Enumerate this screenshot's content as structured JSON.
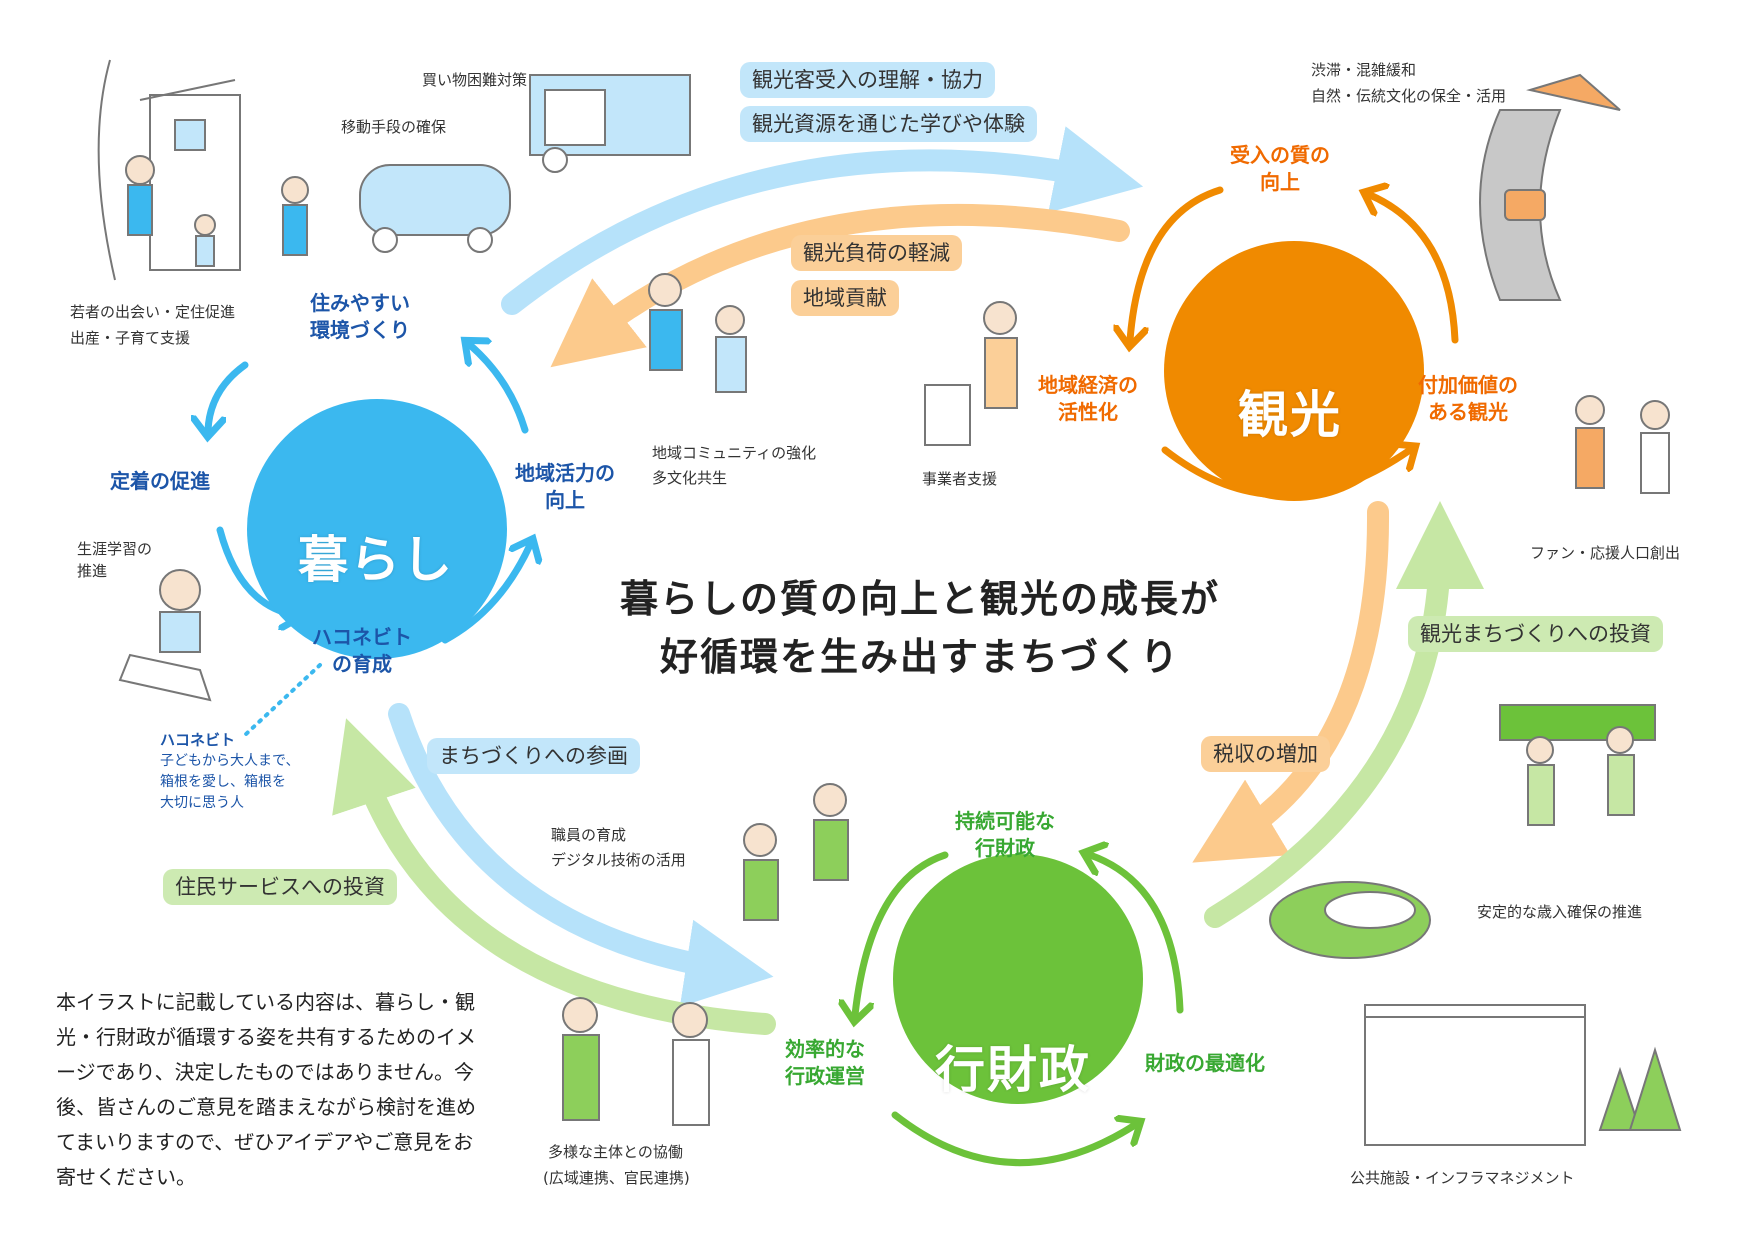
{
  "title": {
    "line1": "暮らしの質の向上と観光の成長が",
    "line2": "好循環を生み出すまちづくり"
  },
  "colors": {
    "kurashi": "#3bb8ef",
    "kanko": "#f08a00",
    "gyozai": "#6cc23a",
    "blue_arrow": "#b6e2fa",
    "orange_arrow": "#fcca8c",
    "green_arrow": "#c6e7a4"
  },
  "hubs": {
    "kurashi": {
      "label": "暮らし",
      "cycle": [
        "住みやすい\n環境づくり",
        "地域活力の\n向上",
        "ハコネビト\nの育成",
        "定着の促進"
      ]
    },
    "kanko": {
      "label": "観光",
      "cycle": [
        "受入の質の\n向上",
        "付加価値の\nある観光",
        "地域経済の\n活性化"
      ]
    },
    "gyozai": {
      "label": "行財政",
      "cycle": [
        "持続可能な\n行財政",
        "財政の最適化",
        "効率的な\n行政運営"
      ]
    }
  },
  "flows": {
    "kurashi_to_kanko": [
      "観光客受入の理解・協力",
      "観光資源を通じた学びや体験"
    ],
    "kanko_to_kurashi": [
      "観光負荷の軽減",
      "地域貢献"
    ],
    "gyozai_to_kanko": "観光まちづくりへの投資",
    "kanko_to_gyozai": "税収の増加",
    "kurashi_to_gyozai": "まちづくりへの参画",
    "gyozai_to_kurashi": "住民サービスへの投資"
  },
  "captions": {
    "shopping": "買い物困難対策",
    "mobility": "移動手段の確保",
    "family": [
      "若者の出会い・定住促進",
      "出産・子育て支援"
    ],
    "learning": [
      "生涯学習の",
      "推進"
    ],
    "community": [
      "地域コミュニティの強化",
      "多文化共生"
    ],
    "business": "事業者支援",
    "traffic": [
      "渋滞・混雑緩和",
      "自然・伝統文化の保全・活用"
    ],
    "fans": "ファン・応援人口創出",
    "revenue": "安定的な歳入確保の推進",
    "facilities": "公共施設・インフラマネジメント",
    "staff": [
      "職員の育成",
      "デジタル技術の活用"
    ],
    "collab": [
      "多様な主体との協働",
      "(広域連携、官民連携)"
    ]
  },
  "hakonebito_note": {
    "title": "ハコネビト",
    "lines": [
      "子どもから大人まで、",
      "箱根を愛し、箱根を",
      "大切に思う人"
    ]
  },
  "disclaimer": "本イラストに記載している内容は、暮らし・観光・行財政が循環する姿を共有するためのイメージであり、決定したものではありません。今後、皆さんのご意見を踏まえながら検討を進めてまいりますので、ぜひアイデアやご意見をお寄せください。"
}
